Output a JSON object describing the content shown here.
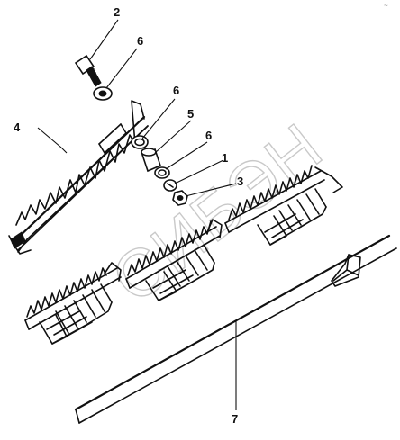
{
  "diagram": {
    "callouts": [
      {
        "id": "c2",
        "label": "2"
      },
      {
        "id": "c6a",
        "label": "6"
      },
      {
        "id": "c6b",
        "label": "6"
      },
      {
        "id": "c5",
        "label": "5"
      },
      {
        "id": "c6c",
        "label": "6"
      },
      {
        "id": "c4",
        "label": "4"
      },
      {
        "id": "c1",
        "label": "1"
      },
      {
        "id": "c3",
        "label": "3"
      },
      {
        "id": "c7",
        "label": "7"
      }
    ],
    "watermark": "СИБЭН",
    "corner_mark": "~"
  }
}
